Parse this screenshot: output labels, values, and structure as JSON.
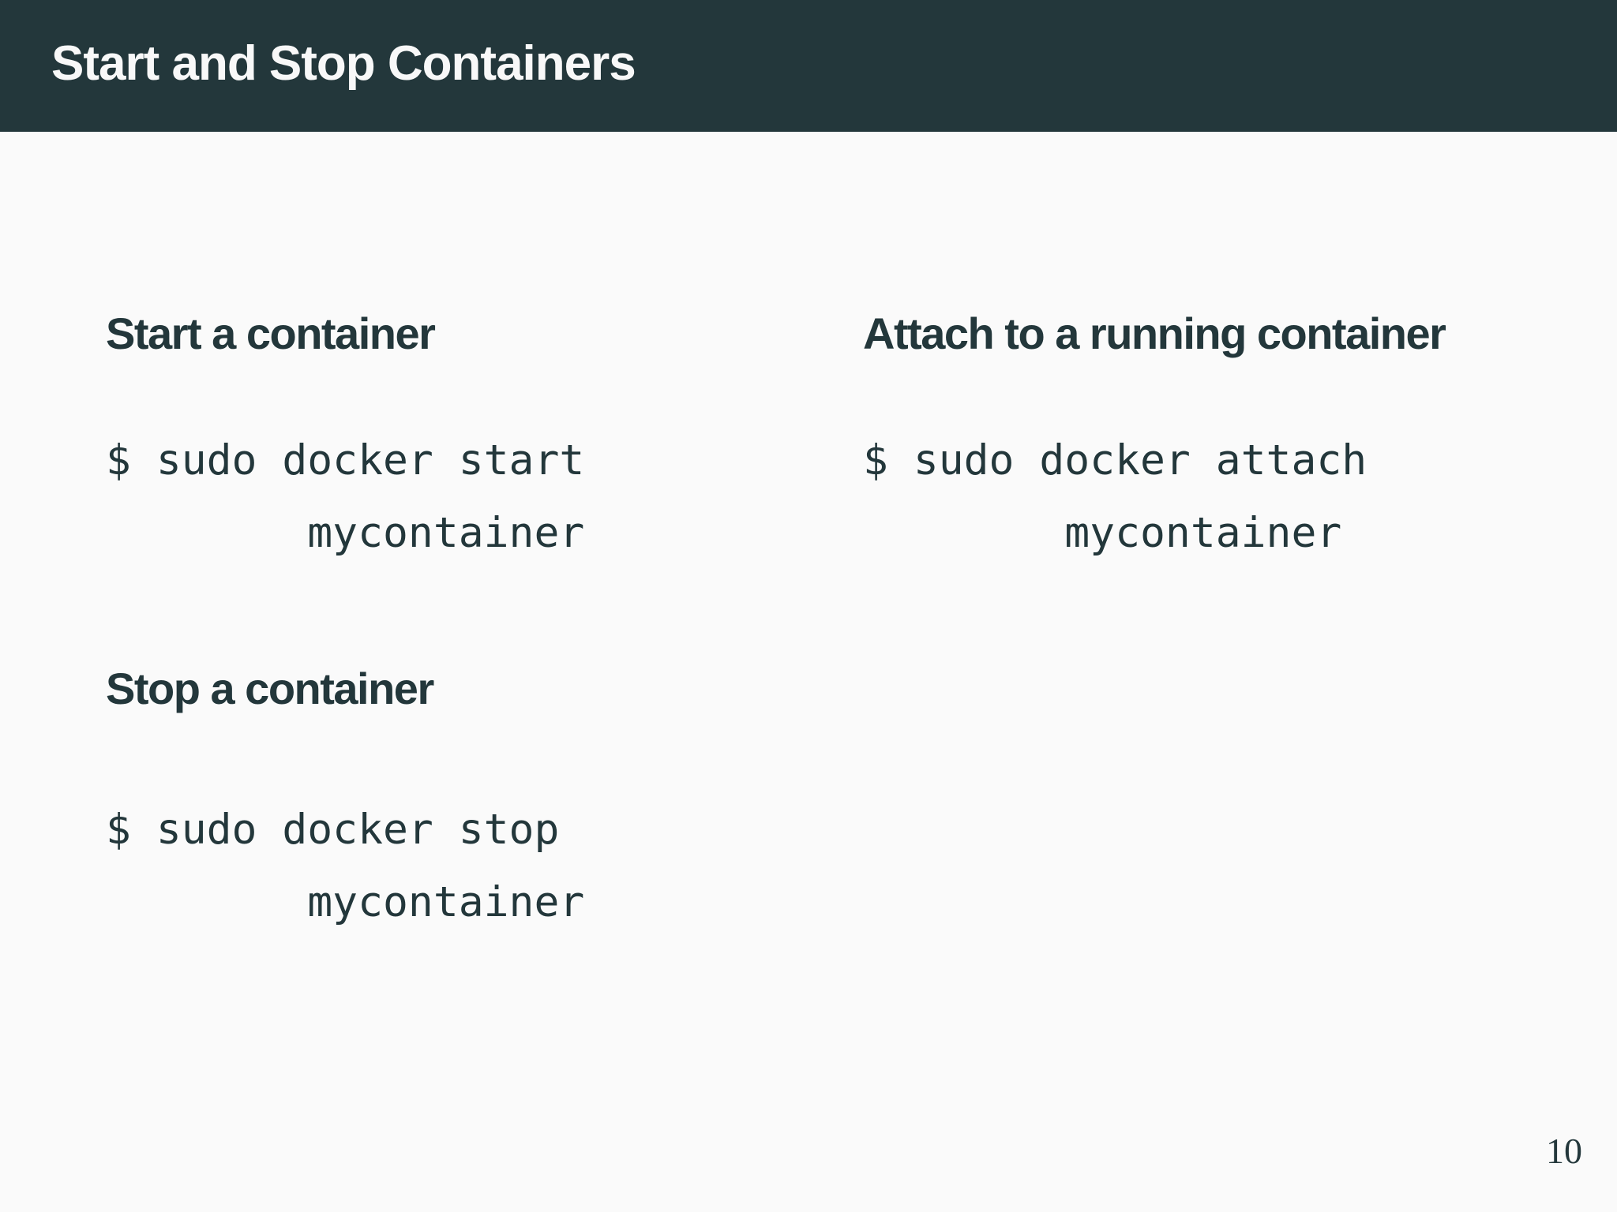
{
  "slide": {
    "title": "Start and Stop Containers",
    "page_number": "10",
    "colors": {
      "header_bg": "#23373b",
      "body_bg": "#fafafa",
      "text": "#23373b",
      "title_text": "#f8f8f8"
    },
    "sections": [
      {
        "heading": "Start a container",
        "code": "$ sudo docker start\n        mycontainer"
      },
      {
        "heading": "Attach to a running container",
        "code": "$ sudo docker attach\n        mycontainer"
      },
      {
        "heading": "Stop a container",
        "code": "$ sudo docker stop\n        mycontainer"
      }
    ]
  }
}
